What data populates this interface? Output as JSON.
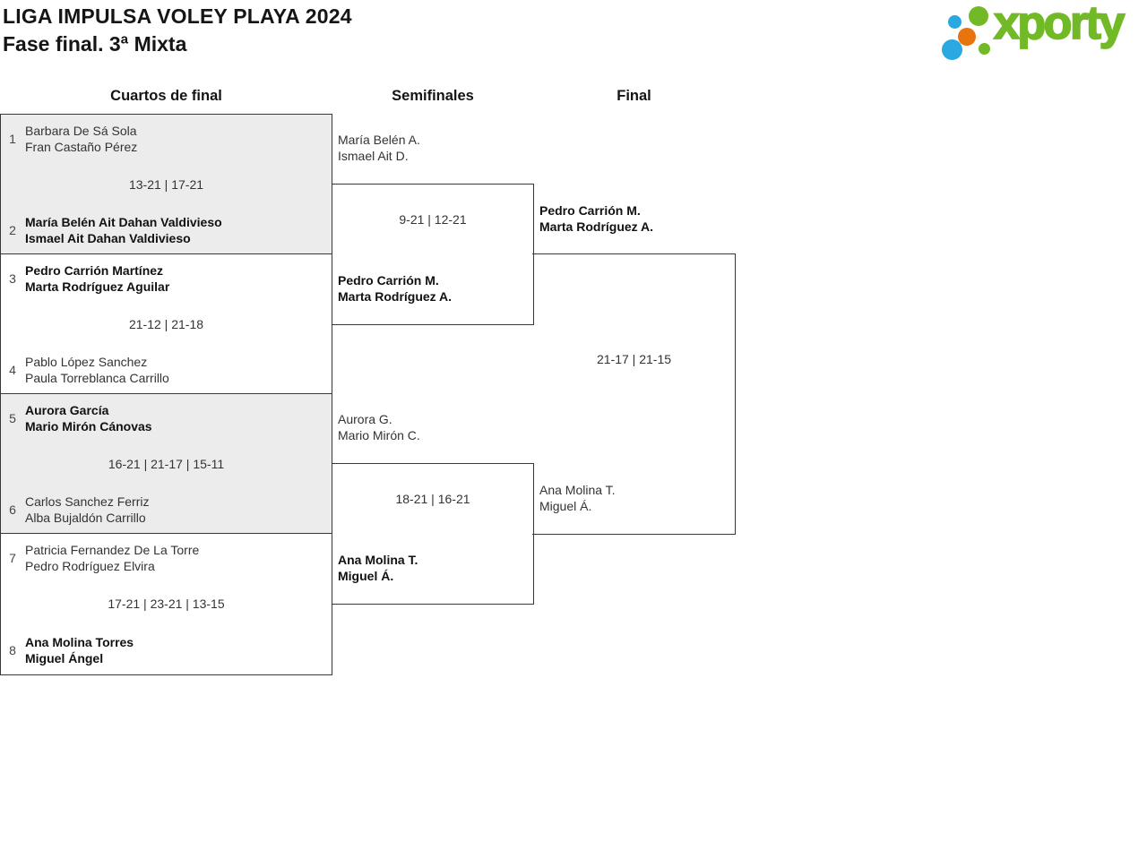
{
  "header": {
    "title": "LIGA IMPULSA VOLEY PLAYA 2024",
    "subtitle": "Fase final. 3ª Mixta"
  },
  "logo": {
    "text": "xporty"
  },
  "columns": [
    {
      "label": "Cuartos de final"
    },
    {
      "label": "Semifinales"
    },
    {
      "label": "Final"
    }
  ],
  "quarterfinals": [
    {
      "seed1": "1",
      "team1": [
        "Barbara De Sá Sola",
        "Fran Castaño Pérez"
      ],
      "team1_winner": false,
      "score": "13-21 | 17-21",
      "seed2": "2",
      "team2": [
        "María Belén Ait Dahan Valdivieso",
        "Ismael Ait Dahan Valdivieso"
      ],
      "team2_winner": true
    },
    {
      "seed1": "3",
      "team1": [
        "Pedro Carrión Martínez",
        "Marta Rodríguez Aguilar"
      ],
      "team1_winner": true,
      "score": "21-12 | 21-18",
      "seed2": "4",
      "team2": [
        "Pablo López Sanchez",
        "Paula Torreblanca Carrillo"
      ],
      "team2_winner": false
    },
    {
      "seed1": "5",
      "team1": [
        "Aurora García",
        "Mario Mirón Cánovas"
      ],
      "team1_winner": true,
      "score": "16-21 | 21-17 | 15-11",
      "seed2": "6",
      "team2": [
        "Carlos Sanchez Ferriz",
        "Alba Bujaldón Carrillo"
      ],
      "team2_winner": false
    },
    {
      "seed1": "7",
      "team1": [
        "Patricia Fernandez De La Torre",
        "Pedro Rodríguez Elvira"
      ],
      "team1_winner": false,
      "score": "17-21 | 23-21 | 13-15",
      "seed2": "8",
      "team2": [
        "Ana Molina Torres",
        "Miguel Ángel"
      ],
      "team2_winner": true
    }
  ],
  "semifinals": [
    {
      "team1": [
        "María Belén A.",
        "Ismael Ait D."
      ],
      "team1_winner": false,
      "score": "9-21 | 12-21",
      "team2": [
        "Pedro Carrión M.",
        "Marta Rodríguez A."
      ],
      "team2_winner": true
    },
    {
      "team1": [
        "Aurora G.",
        "Mario Mirón C."
      ],
      "team1_winner": false,
      "score": "18-21 | 16-21",
      "team2": [
        "Ana Molina T.",
        "Miguel Á."
      ],
      "team2_winner": true
    }
  ],
  "final": {
    "team1": [
      "Pedro Carrión M.",
      "Marta Rodríguez A."
    ],
    "team1_winner": true,
    "score": "21-17 | 21-15",
    "team2": [
      "Ana Molina T.",
      "Miguel Á."
    ],
    "team2_winner": false
  },
  "theme": {
    "border": "#38383a",
    "shaded": "#ececec",
    "text": "#333333",
    "winner": "#111111",
    "logo-green": "#72B928",
    "logo-blue": "#29A9E0",
    "logo-orange": "#E8740E"
  }
}
